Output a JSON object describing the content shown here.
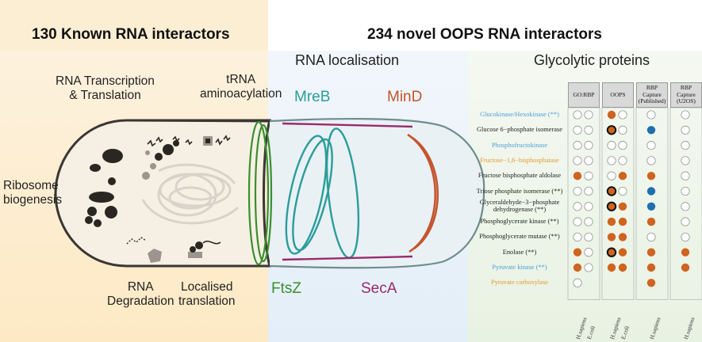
{
  "headers": {
    "left": "130 Known RNA interactors",
    "right": "234 novel OOPS RNA interactors"
  },
  "sections": {
    "localisation": "RNA localisation",
    "glycolytic": "Glycolytic proteins"
  },
  "functions": {
    "transcription": [
      "RNA Transcription",
      "& Translation"
    ],
    "trna": [
      "tRNA",
      "aminoacylation"
    ],
    "ribosome": [
      "Ribosome",
      "biogenesis"
    ],
    "degradation": [
      "RNA",
      "Degradation"
    ],
    "localised": [
      "Localised",
      "translation"
    ]
  },
  "localisation_proteins": [
    {
      "name": "MreB",
      "color": "#2a9d9a"
    },
    {
      "name": "MinD",
      "color": "#c4552e"
    },
    {
      "name": "FtsZ",
      "color": "#3a8f2e"
    },
    {
      "name": "SecA",
      "color": "#9a2a6b"
    }
  ],
  "table": {
    "columns": [
      {
        "header": "GO:RBP",
        "species": [
          "H.sapiens",
          "E.coli"
        ]
      },
      {
        "header": "OOPS",
        "species": [
          "H.sapiens",
          "E.coli"
        ]
      },
      {
        "header": "RBP Capture (Published)",
        "species": [
          "H.sapiens"
        ]
      },
      {
        "header": "RBP Capture (U2OS)",
        "species": [
          "H.sapiens"
        ]
      }
    ],
    "rows": [
      {
        "label": "Glucokinase/Hexokinase (**)",
        "color": "#4a9fd8",
        "cells": [
          0,
          0,
          1,
          0,
          0,
          0
        ]
      },
      {
        "label": "Glucose 6−phosphate isomerase",
        "color": "#222222",
        "cells": [
          0,
          0,
          2,
          0,
          3,
          0
        ]
      },
      {
        "label": "Phosphofructokinase",
        "color": "#4a9fd8",
        "cells": [
          0,
          0,
          0,
          0,
          0,
          0
        ]
      },
      {
        "label": "Fructose−1,6−bisphosphatase",
        "color": "#e39a2a",
        "cells": [
          0,
          0,
          0,
          0,
          0,
          0
        ]
      },
      {
        "label": "Fructose bisphosphate aldolase",
        "color": "#222222",
        "cells": [
          1,
          0,
          0,
          1,
          1,
          0
        ]
      },
      {
        "label": "Triose phosphate isomerase (**)",
        "color": "#222222",
        "cells": [
          0,
          0,
          2,
          0,
          3,
          0
        ]
      },
      {
        "label": "Glyceraldehyde−3−phosphate dehydrogenase (**)",
        "color": "#222222",
        "cells": [
          0,
          0,
          2,
          1,
          3,
          0
        ]
      },
      {
        "label": "Phosphoglycerate kinase (**)",
        "color": "#222222",
        "cells": [
          0,
          0,
          1,
          1,
          1,
          0
        ]
      },
      {
        "label": "Phosphoglycerate mutase (**)",
        "color": "#222222",
        "cells": [
          0,
          0,
          1,
          1,
          0,
          0
        ]
      },
      {
        "label": "Enolase (**)",
        "color": "#222222",
        "cells": [
          1,
          0,
          2,
          1,
          1,
          1
        ]
      },
      {
        "label": "Pyruvate kinase (**)",
        "color": "#4a9fd8",
        "cells": [
          1,
          0,
          1,
          1,
          1,
          1
        ]
      },
      {
        "label": "Pyruvate carboxylase",
        "color": "#e39a2a",
        "cells": [
          0,
          -1,
          -1,
          -1,
          1,
          -1
        ]
      }
    ],
    "legend_colors": {
      "empty": "#ffffff",
      "filled": "#cf6420",
      "bold": "#cf6420",
      "blue": "#1f6fb0"
    }
  }
}
